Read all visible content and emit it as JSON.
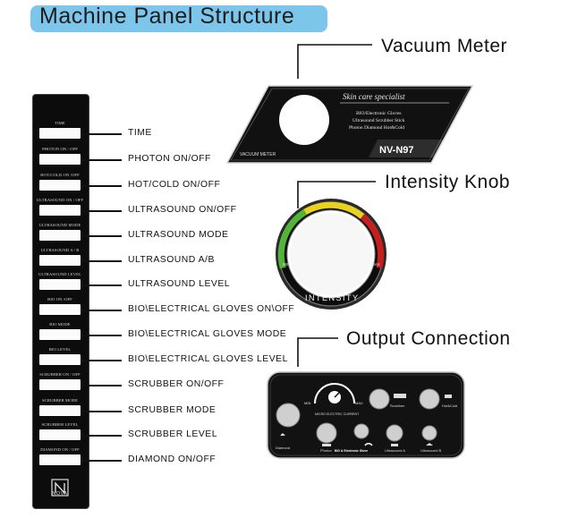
{
  "title": "Machine Panel Structure",
  "sections": {
    "vacuum_meter": "Vacuum Meter",
    "intensity_knob": "Intensity Knob",
    "output_connection": "Output Connection"
  },
  "panel_rows": [
    {
      "slot_label": "TIME",
      "label": "TIME"
    },
    {
      "slot_label": "PHOTON ON / OFF",
      "label": "PHOTON ON/OFF"
    },
    {
      "slot_label": "HOT/COLD ON /OFF",
      "label": "HOT/COLD ON/OFF"
    },
    {
      "slot_label": "ULTRASOUND ON / OFF",
      "label": "ULTRASOUND ON/OFF"
    },
    {
      "slot_label": "ULTRASOUND MODE",
      "label": "ULTRASOUND MODE"
    },
    {
      "slot_label": "ULTRASOUND A / B",
      "label": "ULTRASOUND A/B"
    },
    {
      "slot_label": "ULTRASOUND LEVEL",
      "label": "ULTRASOUND LEVEL"
    },
    {
      "slot_label": "BIO ON /OFF",
      "label": "BIO\\ELECTRICAL GLOVES ON\\OFF"
    },
    {
      "slot_label": "BIO MODE",
      "label": "BIO\\ELECTRICAL GLOVES MODE"
    },
    {
      "slot_label": "BIO LEVEL",
      "label": "BIO\\ELECTRICAL GLOVES LEVEL"
    },
    {
      "slot_label": "SCRUBBER ON / OFF",
      "label": "SCRUBBER ON/OFF"
    },
    {
      "slot_label": "SCRUBBER MODE",
      "label": "SCRUBBER MODE"
    },
    {
      "slot_label": "SCRUBBER LEVEL",
      "label": "SCRUBBER LEVEL"
    },
    {
      "slot_label": "DIAMOND ON / OFF",
      "label": "DIAMOND ON/OFF"
    }
  ],
  "logo_text": "NOVA",
  "vacuum_panel": {
    "brand_script": "Skin care specialist",
    "features": [
      "BIO/Electronic Gloves",
      "Ultrasound  Scrubber Stick",
      "Photon   Diamond  Hot&Cold"
    ],
    "model": "NV-N97",
    "meter_label": "VACUUM   METER"
  },
  "knob": {
    "label": "INTENSITY",
    "min": "MIN",
    "max": "MAX"
  },
  "output_panel": {
    "dial_min": "MIN",
    "dial_max": "MAX",
    "dial_label": "MICRO ELECTRIC CURRENT",
    "scrubber": "Scrubber",
    "hot_cold": "Hot&Cold",
    "diamond": "Diamond",
    "photon": "Photon",
    "bio": "BIO & Electronic Glove",
    "ultrasound_a": "Ultrasound A",
    "ultrasound_b": "Ultrasound B"
  },
  "colors": {
    "title_pill": "#7cc6ec",
    "panel": "#0c0c0c",
    "gauge_green": "#53b43a",
    "gauge_yellow": "#e8d21e",
    "gauge_red": "#c81e1e"
  }
}
